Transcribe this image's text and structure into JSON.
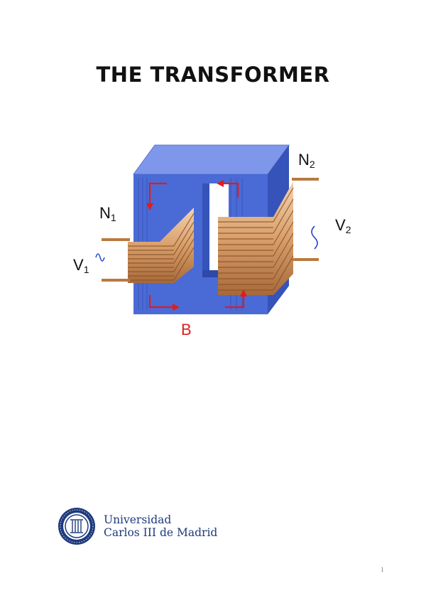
{
  "document": {
    "title": "THE TRANSFORMER",
    "page_number": "1"
  },
  "figure": {
    "label_n1": "N",
    "label_n1_sub": "1",
    "label_n2": "N",
    "label_n2_sub": "2",
    "label_v1": "V",
    "label_v1_sub": "1",
    "label_v2": "V",
    "label_v2_sub": "2",
    "label_b": "B",
    "colors": {
      "core_front": "#4a6bd6",
      "core_top": "#7f97ea",
      "core_side": "#3553b8",
      "winding": "#d9a06b",
      "flux_arrow": "#e31b1b",
      "terminal": "#b87a3f",
      "ac_symbol": "#2a45c8"
    }
  },
  "logo": {
    "line1": "Universidad",
    "line2": "Carlos III de Madrid",
    "color": "#1f3a7d"
  }
}
